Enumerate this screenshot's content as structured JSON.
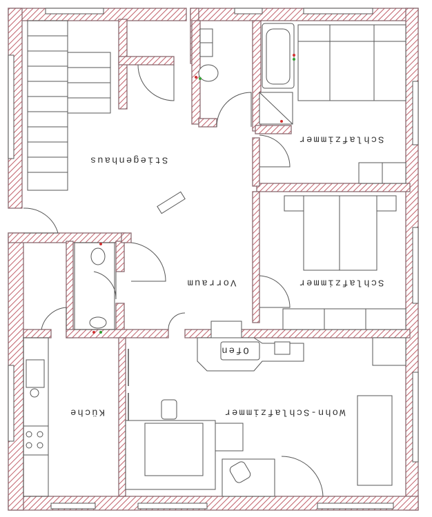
{
  "rooms": {
    "stiegenhaus": "Stiegenhaus",
    "vorraum": "Vorraum",
    "schlafzimmer_top": "Schlafzimmer",
    "schlafzimmer_mid": "Schlafzimmer",
    "ofen": "Ofen",
    "wohn_schlafzimmer": "Wohn-Schlafzimmer",
    "kueche": "Küche"
  },
  "colors": {
    "wall_hatch": "#c0606a",
    "line": "#555555",
    "paper": "#ffffff"
  }
}
